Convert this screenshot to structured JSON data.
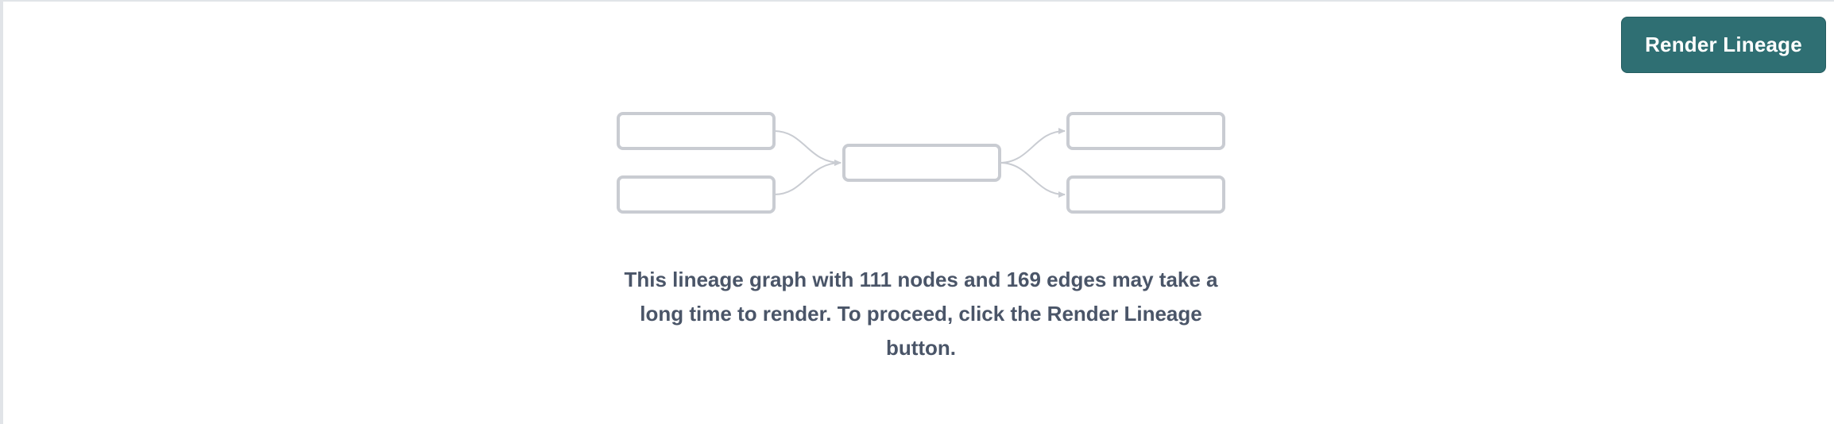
{
  "toolbar": {
    "render_button_label": "Render Lineage"
  },
  "placeholder": {
    "message": "This lineage graph with 111 nodes and 169 edges may take a long time to render. To proceed, click the Render Lineage button.",
    "illustration_color": "#c9ccd2",
    "node_count": 111,
    "edge_count": 169
  },
  "colors": {
    "button_bg": "#2f6f73",
    "button_text": "#ffffff",
    "message_text": "#4a5568",
    "node_stroke": "#c9ccd2"
  }
}
